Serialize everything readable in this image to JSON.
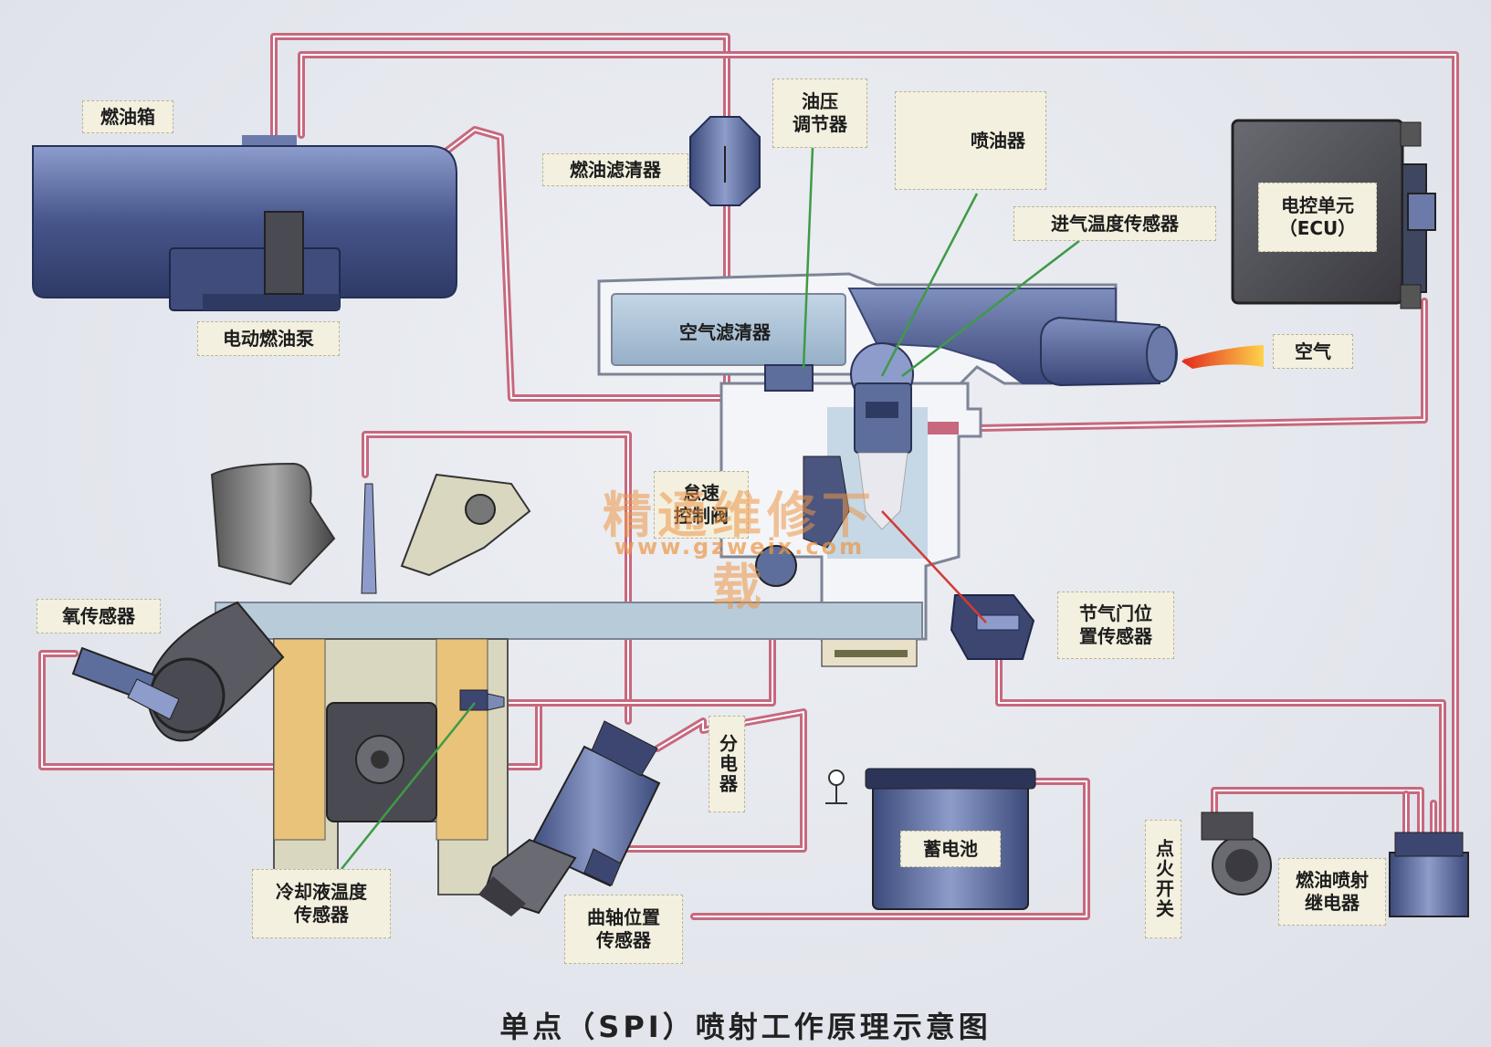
{
  "caption": "单点（SPI）喷射工作原理示意图",
  "watermark": {
    "title": "精通维修下载",
    "url": "www.gzweix.com"
  },
  "labels": {
    "fuel_tank": "燃油箱",
    "electric_fuel_pump": "电动燃油泵",
    "fuel_filter": "燃油滤清器",
    "pressure_regulator": "油压\n调节器",
    "injector": "喷油器",
    "intake_temp_sensor": "进气温度传感器",
    "ecu": "电控单元\n（ECU）",
    "air_filter": "空气滤清器",
    "air": "空气",
    "idle_control": "怠速\n控制阀",
    "throttle_position_sensor": "节气门位\n置传感器",
    "oxygen_sensor": "氧传感器",
    "distributor": "分电器",
    "battery": "蓄电池",
    "ignition_switch": "点火开关",
    "fuel_injection_relay": "燃油喷射\n继电器",
    "coolant_temp_sensor": "冷却液温度\n传感器",
    "crankshaft_position_sensor": "曲轴位置\n传感器"
  },
  "colors": {
    "wire": "#c7687e",
    "wire_core": "#ffffff",
    "sensor_line": "#3f9a46",
    "tps_line": "#d23a34",
    "component_blue": "#5d6e9c",
    "intake_blue": "#a9c0d6",
    "ecu_dark": "#4c4c52",
    "label_bg": "#f3f0df"
  }
}
